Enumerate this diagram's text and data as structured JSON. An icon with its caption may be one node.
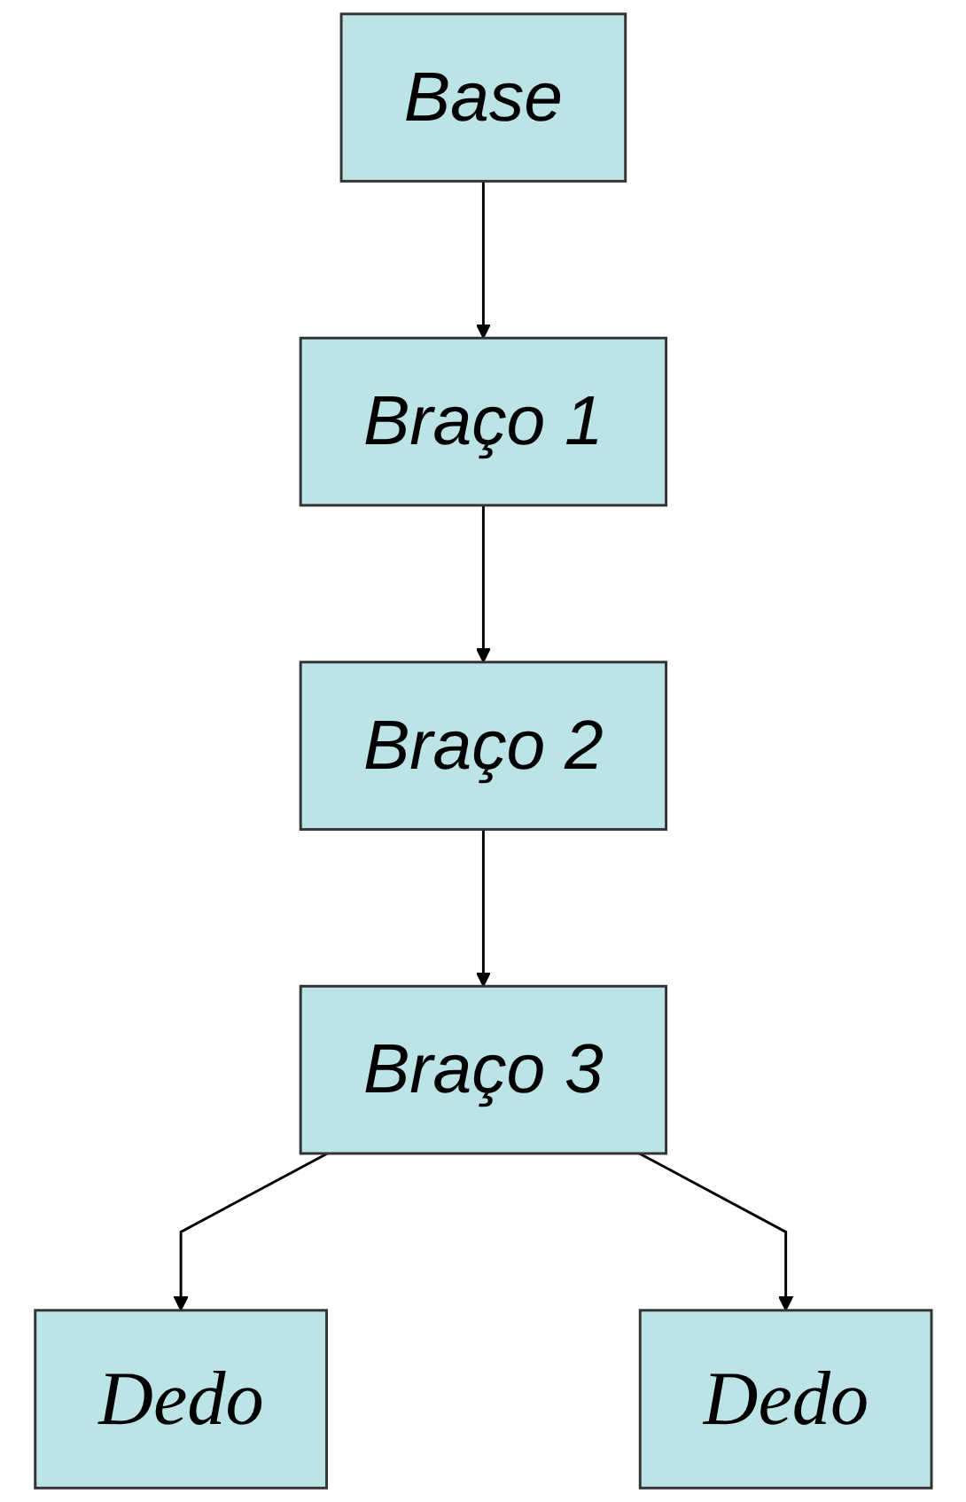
{
  "diagram": {
    "nodes": [
      {
        "text": [
          "Base"
        ]
      },
      {
        "text": [
          "Braço 1"
        ]
      },
      {
        "text": [
          "Braço 2"
        ]
      },
      {
        "text": [
          "Braço 3"
        ]
      },
      {
        "text": [
          "Dedo"
        ]
      },
      {
        "text": [
          "Dedo"
        ]
      }
    ],
    "edges": [
      {
        "from": 0,
        "to": 1,
        "arrow": "to"
      },
      {
        "from": 1,
        "to": 2,
        "arrow": "to"
      },
      {
        "from": 2,
        "to": 3,
        "arrow": "to"
      },
      {
        "from": 3,
        "to": 4,
        "arrow": "to"
      },
      {
        "from": 3,
        "to": 5,
        "arrow": "to"
      }
    ]
  }
}
